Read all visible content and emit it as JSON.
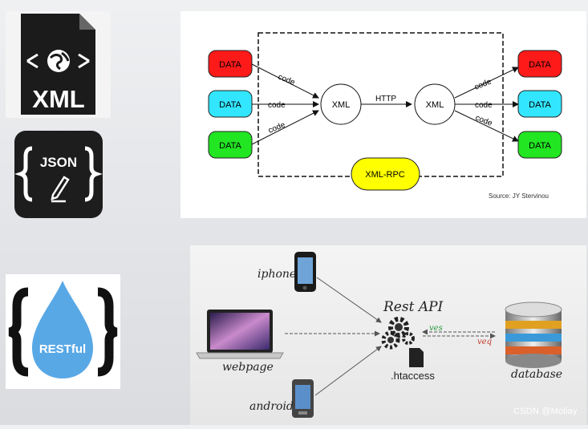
{
  "xml_icon": {
    "label": "XML",
    "glyph": "< >"
  },
  "json_icon": {
    "label": "JSON"
  },
  "restful_icon": {
    "label": "RESTful"
  },
  "xmlrpc_diagram": {
    "data_label": "DATA",
    "code_label": "code",
    "xml_label": "XML",
    "http_label": "HTTP",
    "rpc_label": "XML-RPC",
    "source": "Source: JY Stervinou",
    "colors": {
      "red": "#ff1a1a",
      "cyan": "#33e6ff",
      "green": "#22e622",
      "yellow": "#ffff00"
    }
  },
  "rest_diagram": {
    "iphone_label": "iphone",
    "webpage_label": "webpage",
    "android_label": "android",
    "api_label": "Rest API",
    "htaccess_label": ".htaccess",
    "database_label": "database",
    "ves_label": "ves",
    "req_label": "veq"
  },
  "watermark": "CSDN @Moliay"
}
